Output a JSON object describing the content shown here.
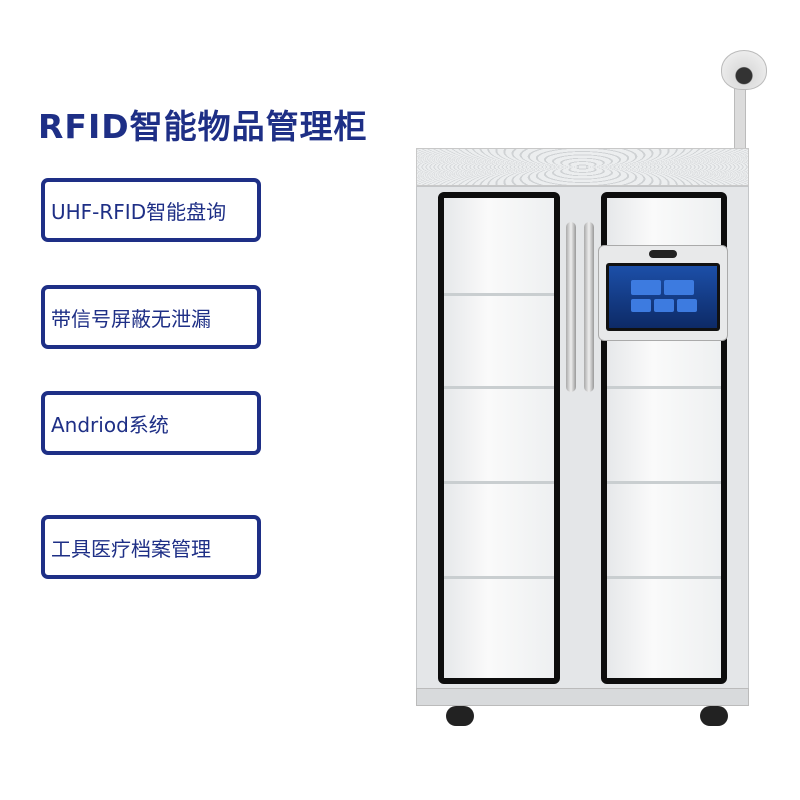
{
  "title": "RFID智能物品管理柜",
  "features": [
    "UHF-RFID智能盘询",
    "带信号屏蔽无泄漏",
    "Andriod系统",
    "工具医疗档案管理"
  ],
  "colors": {
    "brand": "#1e2f86",
    "cabinet": "#e4e6e8",
    "frame": "#0d0d0d",
    "screen": "#1c4fa8"
  }
}
